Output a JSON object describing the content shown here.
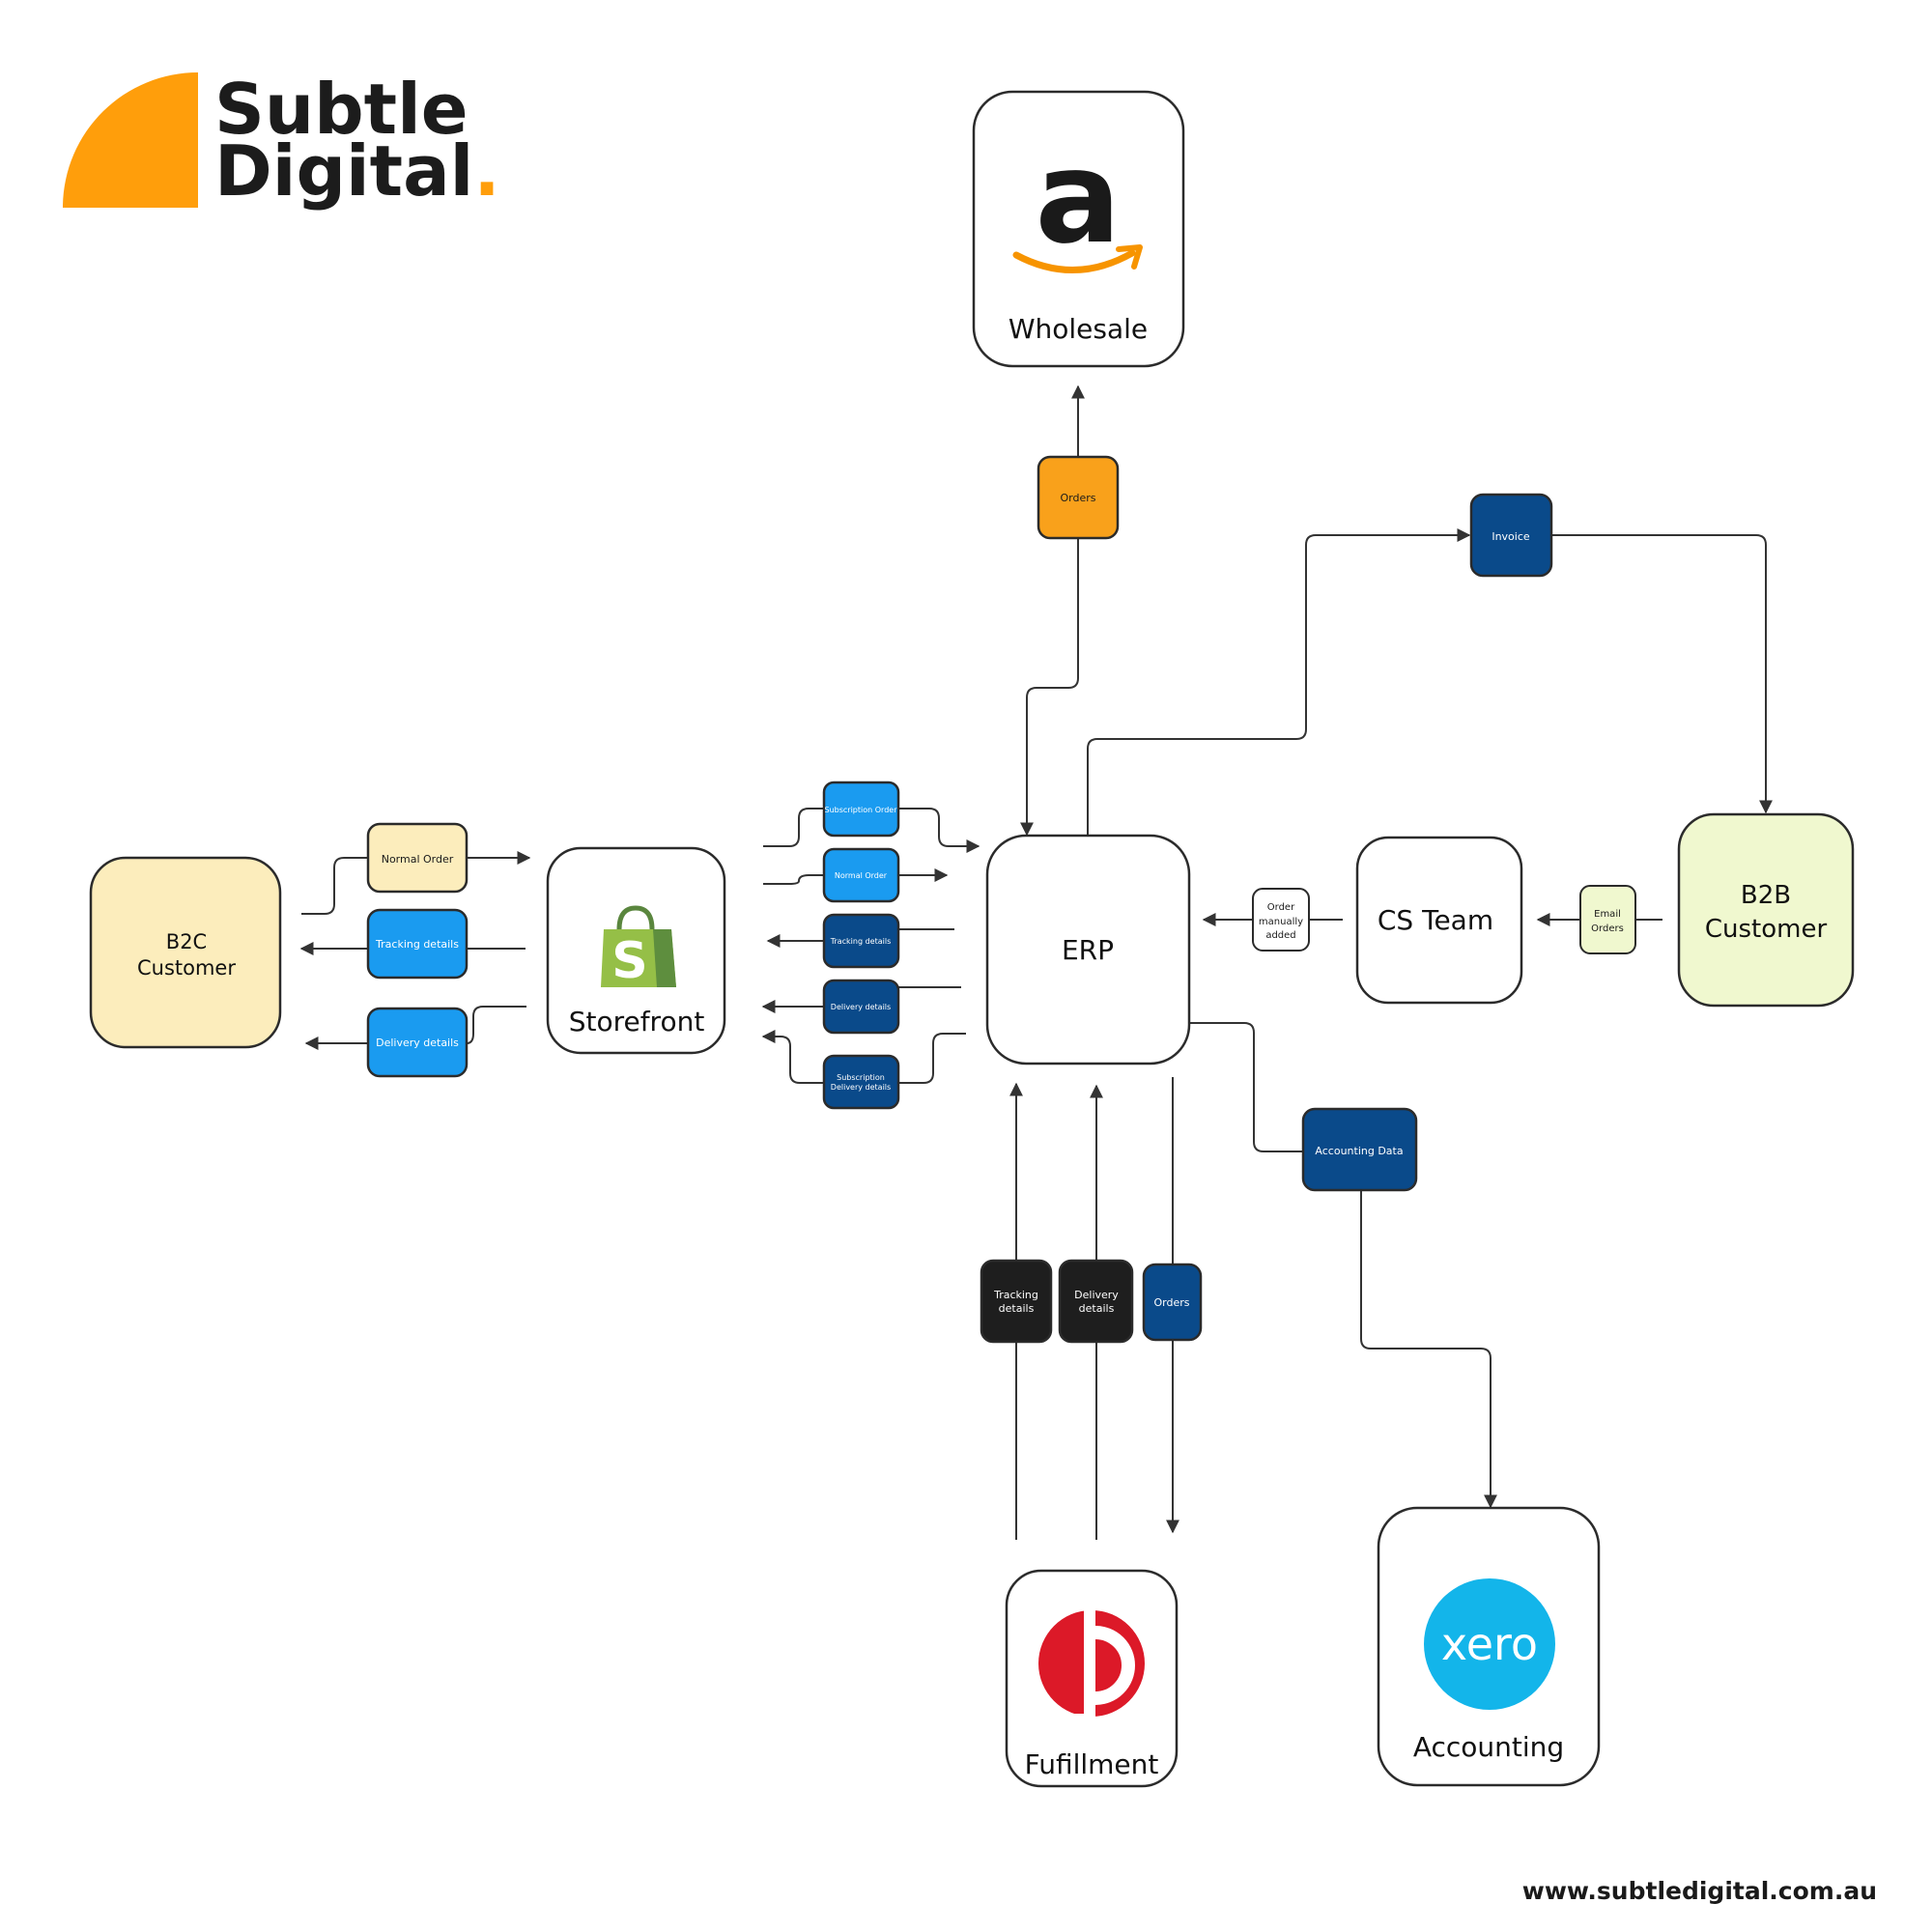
{
  "brand": {
    "name_line1": "Subtle",
    "name_line2": "Digital",
    "dot": ".",
    "accent_color": "#FF9E0B",
    "url": "www.subtledigital.com.au"
  },
  "nodes": {
    "wholesale": {
      "label": "Wholesale",
      "icon": "amazon-logo-icon"
    },
    "storefront": {
      "label": "Storefront",
      "icon": "shopify-bag-icon"
    },
    "erp": {
      "label": "ERP"
    },
    "b2c": {
      "label_line1": "B2C",
      "label_line2": "Customer",
      "fill": "#FCEDBC"
    },
    "cs_team": {
      "label": "CS Team"
    },
    "b2b": {
      "label_line1": "B2B",
      "label_line2": "Customer",
      "fill": "#F0F8CF"
    },
    "fulfillment": {
      "label": "Fufillment",
      "icon": "australia-post-logo-icon"
    },
    "accounting": {
      "label": "Accounting",
      "icon": "xero-logo-icon",
      "icon_text": "xero"
    }
  },
  "flows": {
    "orders_wholesale": {
      "label": "Orders",
      "fill": "#F9A11B"
    },
    "invoice": {
      "label": "Invoice",
      "fill": "#0A4A8A"
    },
    "normal_order_b2c": {
      "label": "Normal Order",
      "fill": "#FCEDBC"
    },
    "tracking_b2c": {
      "label": "Tracking details",
      "fill": "#1A9BF0"
    },
    "delivery_b2c": {
      "label": "Delivery details",
      "fill": "#1A9BF0"
    },
    "subscription_order": {
      "label": "Subscription Order",
      "fill": "#1A9BF0"
    },
    "normal_order_erp": {
      "label": "Normal Order",
      "fill": "#1A9BF0"
    },
    "tracking_erp": {
      "label": "Tracking details",
      "fill": "#0A4A8A"
    },
    "delivery_erp": {
      "label": "Delivery details",
      "fill": "#0A4A8A"
    },
    "subscription_delivery": {
      "label_line1": "Subscription",
      "label_line2": "Delivery details",
      "fill": "#0A4A8A"
    },
    "order_manual": {
      "label_line1": "Order",
      "label_line2": "manually",
      "label_line3": "added",
      "fill": "#FFFFFF"
    },
    "email_orders": {
      "label_line1": "Email",
      "label_line2": "Orders",
      "fill": "#F0F8CF"
    },
    "accounting_data": {
      "label": "Accounting Data",
      "fill": "#0A4A8A"
    },
    "tracking_ff": {
      "label_line1": "Tracking",
      "label_line2": "details",
      "fill": "#1E1E1E"
    },
    "delivery_ff": {
      "label_line1": "Delivery",
      "label_line2": "details",
      "fill": "#1E1E1E"
    },
    "orders_ff": {
      "label": "Orders",
      "fill": "#0A4A8A"
    }
  }
}
